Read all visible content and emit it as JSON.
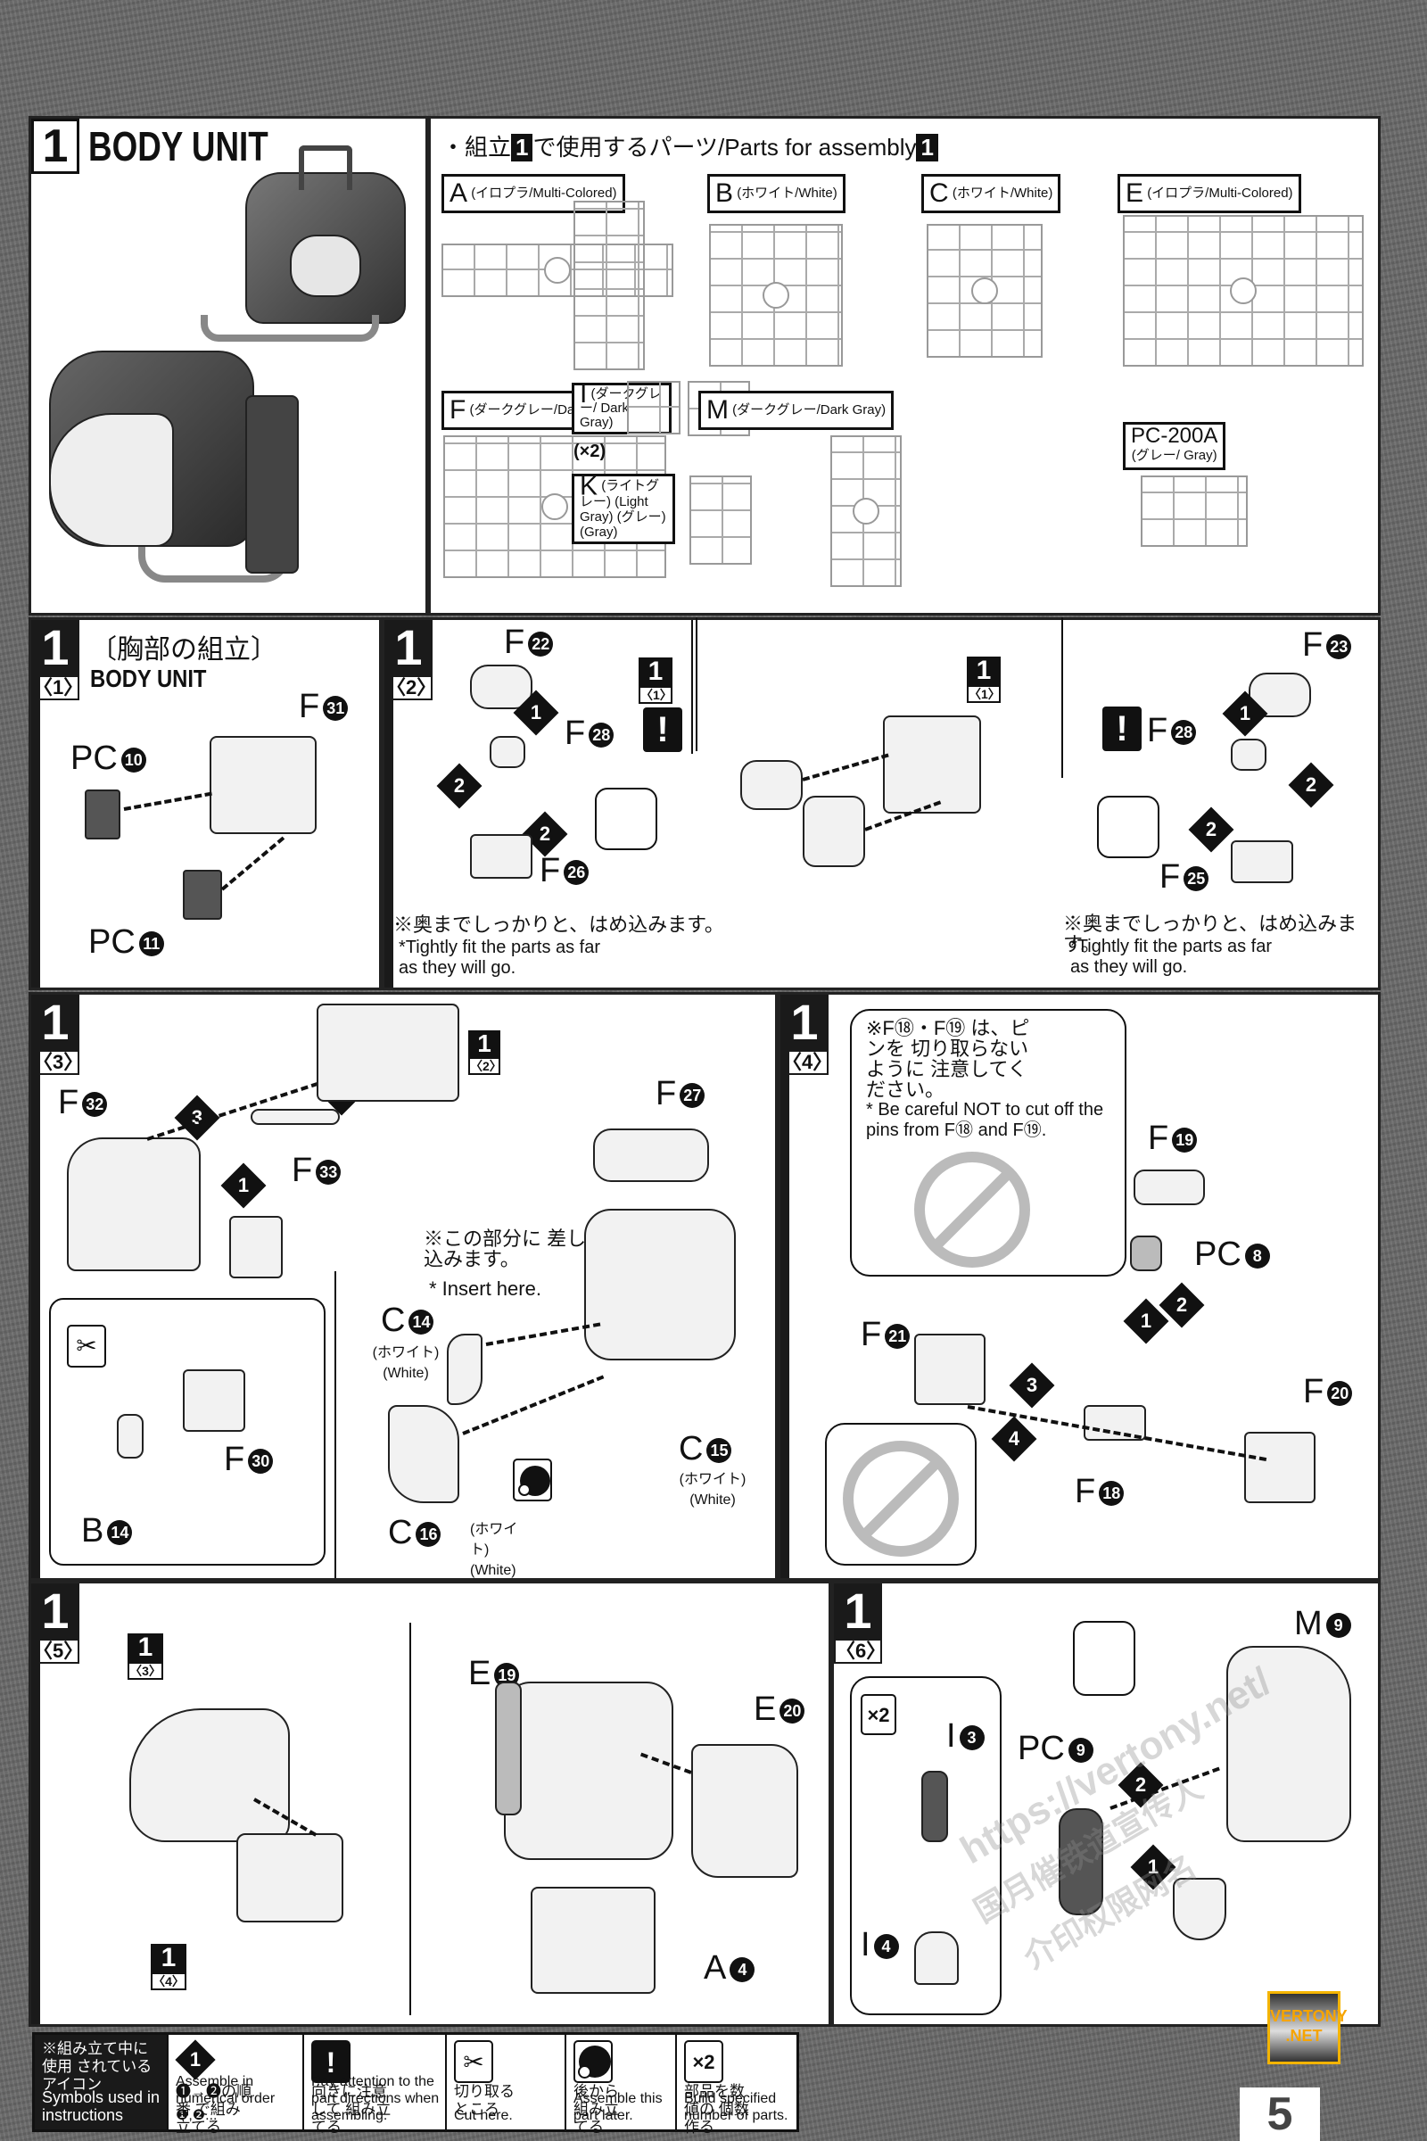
{
  "page": {
    "number": "5",
    "badge": [
      "VERTONY",
      ".NET"
    ],
    "watermark": [
      "https://vertony.net/",
      "国月催铁道宣传人",
      "介印权限网名"
    ]
  },
  "header": {
    "step_number": "1",
    "title": "BODY UNIT",
    "parts_heading_prefix": "・組立",
    "parts_heading_middle": "で使用するパーツ/Parts for assembly",
    "parts_heading_step": "1",
    "runners": [
      {
        "letter": "A",
        "color": "(イロプラ/Multi-Colored)"
      },
      {
        "letter": "B",
        "color": "(ホワイト/White)"
      },
      {
        "letter": "C",
        "color": "(ホワイト/White)"
      },
      {
        "letter": "E",
        "color": "(イロプラ/Multi-Colored)"
      },
      {
        "letter": "F",
        "color": "(ダークグレー/Dark Gray)"
      },
      {
        "letter": "I",
        "color": "(ダークグレー/ Dark Gray)",
        "qty": "(×2)"
      },
      {
        "letter": "K",
        "color": "(ライトグレー) (Light Gray) (グレー) (Gray)"
      },
      {
        "letter": "M",
        "color": "(ダークグレー/Dark Gray)"
      },
      {
        "letter": "PC-200A",
        "color": "(グレー/ Gray)"
      }
    ]
  },
  "steps": {
    "s1": {
      "num": "1",
      "sub": "〈1〉",
      "title_jp": "〔胸部の組立〕",
      "title_en": "BODY UNIT",
      "labels": [
        {
          "p": "F",
          "n": "31"
        },
        {
          "p": "PC",
          "n": "10"
        },
        {
          "p": "PC",
          "n": "11"
        }
      ]
    },
    "s2": {
      "num": "1",
      "sub": "〈2〉",
      "left_labels": [
        {
          "p": "F",
          "n": "22"
        },
        {
          "p": "F",
          "n": "28"
        },
        {
          "p": "F",
          "n": "26"
        }
      ],
      "right_labels": [
        {
          "p": "F",
          "n": "23"
        },
        {
          "p": "F",
          "n": "28"
        },
        {
          "p": "F",
          "n": "25"
        }
      ],
      "ref": {
        "num": "1",
        "sub": "〈1〉"
      },
      "note_jp": "※奥までしっかりと、はめ込みます。",
      "note_en": "*Tightly fit the parts as far as they will go.",
      "order": [
        "1",
        "2",
        "2"
      ]
    },
    "s3": {
      "num": "1",
      "sub": "〈3〉",
      "labels": [
        {
          "p": "F",
          "n": "32"
        },
        {
          "p": "F",
          "n": "33"
        },
        {
          "p": "F",
          "n": "30"
        },
        {
          "p": "B",
          "n": "14"
        },
        {
          "p": "F",
          "n": "27"
        },
        {
          "p": "C",
          "n": "14",
          "c": "(ホワイト) (White)"
        },
        {
          "p": "C",
          "n": "15",
          "c": "(ホワイト) (White)"
        },
        {
          "p": "C",
          "n": "16",
          "c": "(ホワイト) (White)"
        }
      ],
      "ref": {
        "num": "1",
        "sub": "〈2〉"
      },
      "order": [
        "1",
        "2",
        "3"
      ],
      "note_jp": "※この部分に 差し込みます。",
      "note_en": "* Insert here."
    },
    "s4": {
      "num": "1",
      "sub": "〈4〉",
      "note_jp": "※F⑱・F⑲ は、ピンを 切り取らないように 注意してください。",
      "note_en": "* Be careful NOT to cut off the pins from F⑱ and F⑲.",
      "labels": [
        {
          "p": "F",
          "n": "19"
        },
        {
          "p": "PC",
          "n": "8"
        },
        {
          "p": "F",
          "n": "21"
        },
        {
          "p": "F",
          "n": "20"
        },
        {
          "p": "F",
          "n": "18"
        }
      ],
      "order": [
        "1",
        "2",
        "3",
        "4"
      ]
    },
    "s5": {
      "num": "1",
      "sub": "〈5〉",
      "refs": [
        {
          "num": "1",
          "sub": "〈3〉"
        },
        {
          "num": "1",
          "sub": "〈4〉"
        }
      ],
      "labels": [
        {
          "p": "E",
          "n": "19"
        },
        {
          "p": "E",
          "n": "20"
        },
        {
          "p": "A",
          "n": "4"
        }
      ]
    },
    "s6": {
      "num": "1",
      "sub": "〈6〉",
      "qty": "×2",
      "labels": [
        {
          "p": "M",
          "n": "9"
        },
        {
          "p": "PC",
          "n": "9"
        },
        {
          "p": "I",
          "n": "3"
        },
        {
          "p": "I",
          "n": "4"
        }
      ],
      "order": [
        "1",
        "2"
      ]
    }
  },
  "legend": {
    "head_jp": "※組み立て中に使用 されているアイコン",
    "head_en": "Symbols used in instructions",
    "items": [
      {
        "icon": "order-diamond-icon",
        "glyph": "1",
        "jp": "❶→❷の順番 で組み立てる",
        "en": "Assemble in numerical order ❶,❷..."
      },
      {
        "icon": "attention-icon",
        "glyph": "!",
        "jp": "向きに注意して 組み立てる",
        "en": "Pay attention to the part directions when assembling."
      },
      {
        "icon": "nipper-icon",
        "glyph": "✂",
        "jp": "切り取るところ",
        "en": "Cut here."
      },
      {
        "icon": "assemble-later-icon",
        "glyph": "●",
        "jp": "後から 組み立てる",
        "en": "Assemble this part later."
      },
      {
        "icon": "multiply-icon",
        "glyph": "×2",
        "jp": "部品を数値の 個数作る",
        "en": "Build specified number of parts."
      }
    ]
  }
}
